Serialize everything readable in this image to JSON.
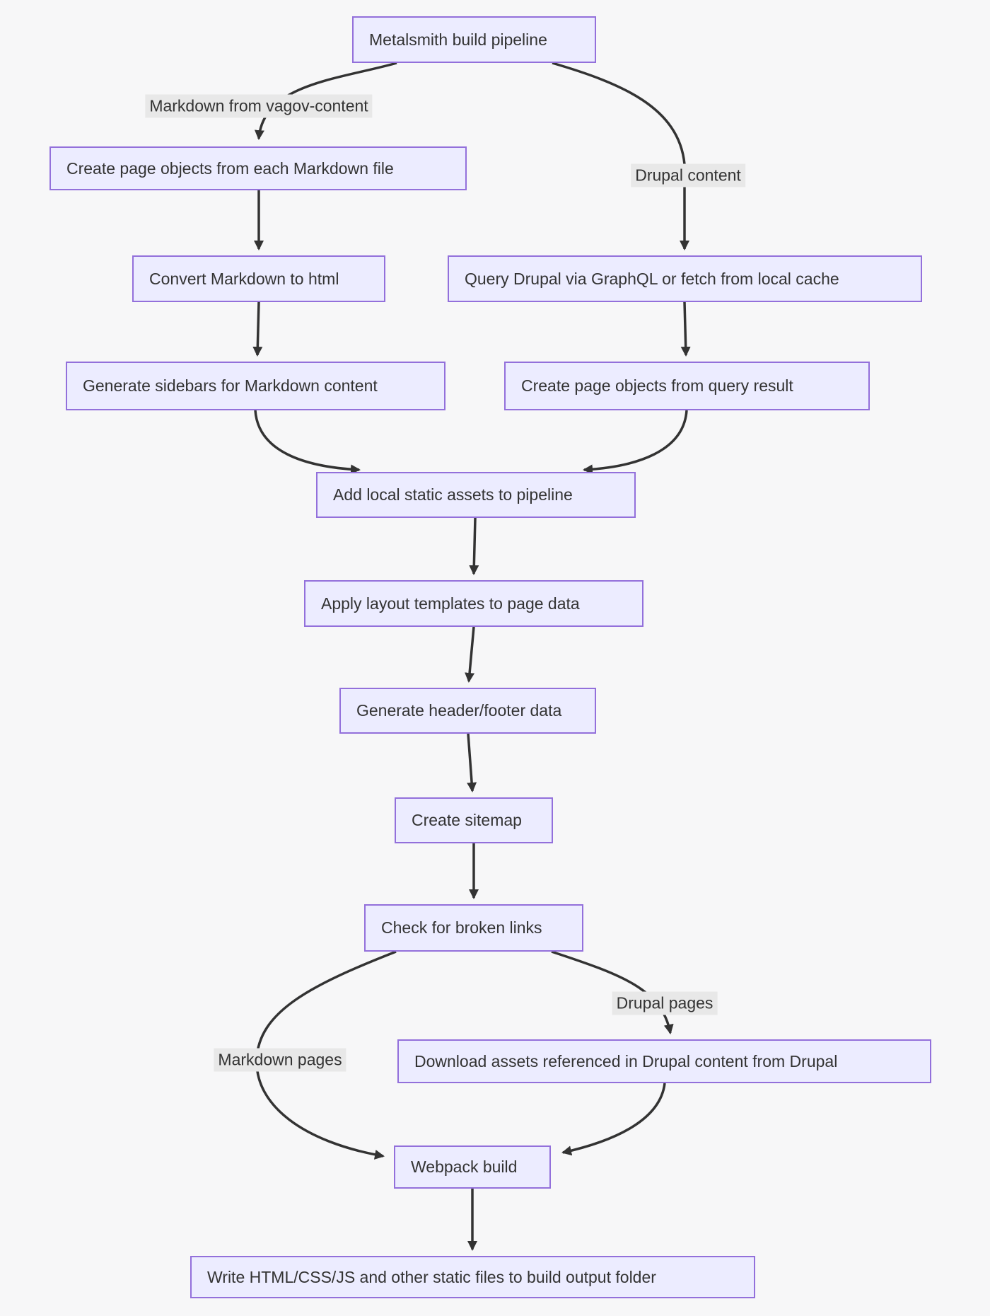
{
  "diagram": {
    "type": "flowchart-top-down",
    "colors": {
      "background": "#f7f7f8",
      "node_fill": "#ECECFF",
      "node_border": "#9370DB",
      "edge_stroke": "#333333",
      "edge_label_background": "#e8e8e8",
      "text": "#333333"
    },
    "nodes": [
      {
        "id": "A",
        "label": "Metalsmith build pipeline"
      },
      {
        "id": "B",
        "label": "Create page objects from each Markdown file"
      },
      {
        "id": "C",
        "label": "Convert Markdown to html"
      },
      {
        "id": "D",
        "label": "Query Drupal via GraphQL or fetch from local cache"
      },
      {
        "id": "E",
        "label": "Generate sidebars for Markdown content"
      },
      {
        "id": "F",
        "label": "Create page objects from query result"
      },
      {
        "id": "G",
        "label": "Add local static assets to pipeline"
      },
      {
        "id": "H",
        "label": "Apply layout templates to page data"
      },
      {
        "id": "I",
        "label": "Generate header/footer data"
      },
      {
        "id": "J",
        "label": "Create sitemap"
      },
      {
        "id": "K",
        "label": "Check for broken links"
      },
      {
        "id": "L",
        "label": "Download assets referenced in Drupal content from Drupal"
      },
      {
        "id": "M",
        "label": "Webpack build"
      },
      {
        "id": "N",
        "label": "Write HTML/CSS/JS and other static files to build output folder"
      }
    ],
    "edge_labels": [
      {
        "text": "Markdown from vagov-content",
        "from": "A",
        "to": "B"
      },
      {
        "text": "Drupal content",
        "from": "A",
        "to": "D"
      },
      {
        "text": "Markdown pages",
        "from": "K",
        "to": "M"
      },
      {
        "text": "Drupal pages",
        "from": "K",
        "to": "L"
      }
    ]
  }
}
